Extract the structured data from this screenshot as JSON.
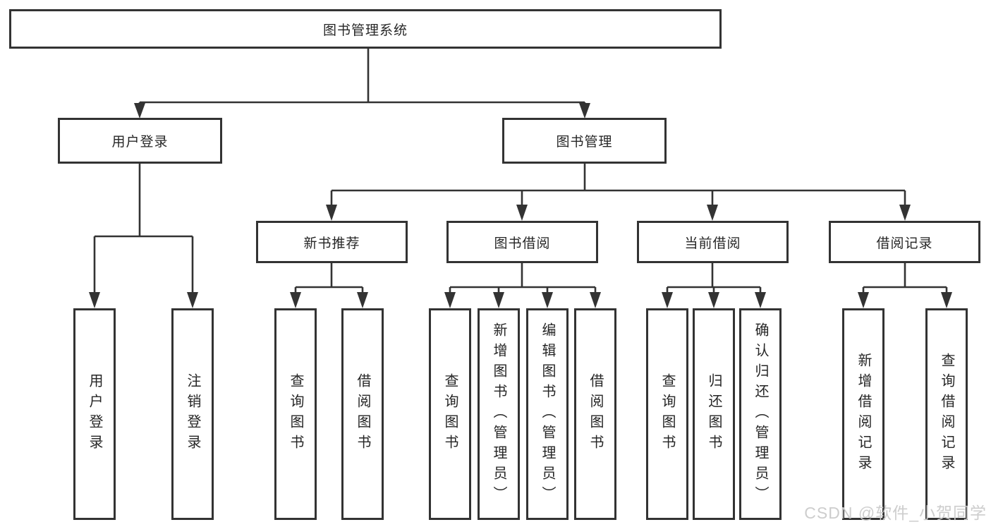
{
  "colors": {
    "background": "#ffffff",
    "line": "#333333",
    "box_border": "#333333",
    "text": "#262626",
    "watermark": "#cbcbcb"
  },
  "tree": {
    "root": {
      "label": "图书管理系统"
    },
    "branches": [
      {
        "label": "用户登录",
        "children": [
          {
            "label": "用户登录"
          },
          {
            "label": "注销登录"
          }
        ]
      },
      {
        "label": "图书管理",
        "children": [
          {
            "label": "新书推荐",
            "children": [
              {
                "label": "查询图书"
              },
              {
                "label": "借阅图书"
              }
            ]
          },
          {
            "label": "图书借阅",
            "children": [
              {
                "label": "查询图书"
              },
              {
                "label": "新增图书（管理员）"
              },
              {
                "label": "编辑图书（管理员）"
              },
              {
                "label": "借阅图书"
              }
            ]
          },
          {
            "label": "当前借阅",
            "children": [
              {
                "label": "查询图书"
              },
              {
                "label": "归还图书"
              },
              {
                "label": "确认归还（管理员）"
              }
            ]
          },
          {
            "label": "借阅记录",
            "children": [
              {
                "label": "新增借阅记录"
              },
              {
                "label": "查询借阅记录"
              }
            ]
          }
        ]
      }
    ]
  },
  "watermark": {
    "text": "CSDN @软件_小贺同学"
  }
}
